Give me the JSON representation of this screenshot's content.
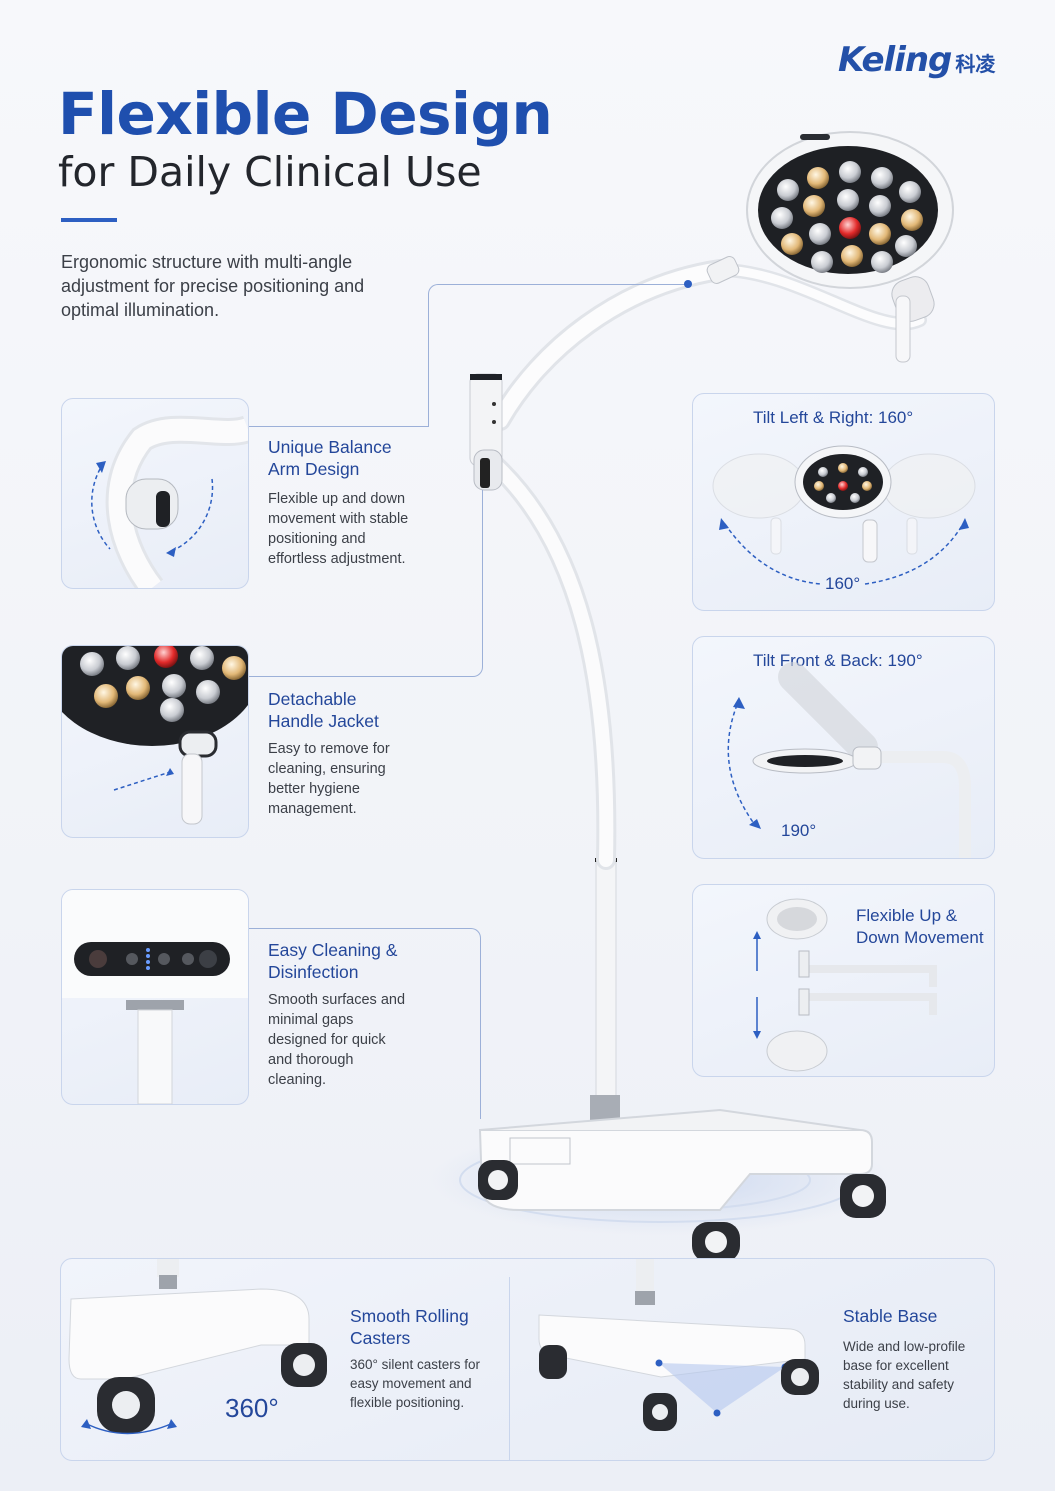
{
  "brand": {
    "name": "Keling",
    "chinese": "科凌"
  },
  "headline": {
    "line1": "Flexible Design",
    "line2": "for Daily Clinical Use"
  },
  "intro": "Ergonomic structure with multi-angle adjustment for precise positioning and optimal illumination.",
  "features": [
    {
      "title_line1": "Unique Balance",
      "title_line2": "Arm Design",
      "desc": "Flexible up and down movement with stable positioning and effortless adjustment."
    },
    {
      "title_line1": "Detachable",
      "title_line2": "Handle Jacket",
      "desc": "Easy to remove for cleaning, ensuring better hygiene management."
    },
    {
      "title_line1": "Easy Cleaning &",
      "title_line2": "Disinfection",
      "desc": "Smooth surfaces and minimal gaps designed for quick and thorough cleaning."
    }
  ],
  "right_cards": [
    {
      "title": "Tilt Left & Right: 160°",
      "degree": "160°"
    },
    {
      "title": "Tilt Front & Back: 190°",
      "degree": "190°"
    },
    {
      "title_line1": "Flexible Up &",
      "title_line2": "Down Movement"
    }
  ],
  "bottom": {
    "left": {
      "title_line1": "Smooth Rolling",
      "title_line2": "Casters",
      "desc": "360° silent casters for easy movement and flexible positioning.",
      "degree": "360°"
    },
    "right": {
      "title": "Stable Base",
      "desc": "Wide and low-profile base for excellent stability and safety during use."
    }
  },
  "colors": {
    "accent": "#1f4fae",
    "card_border": "#c9d5ec",
    "text": "#2a2e36"
  }
}
